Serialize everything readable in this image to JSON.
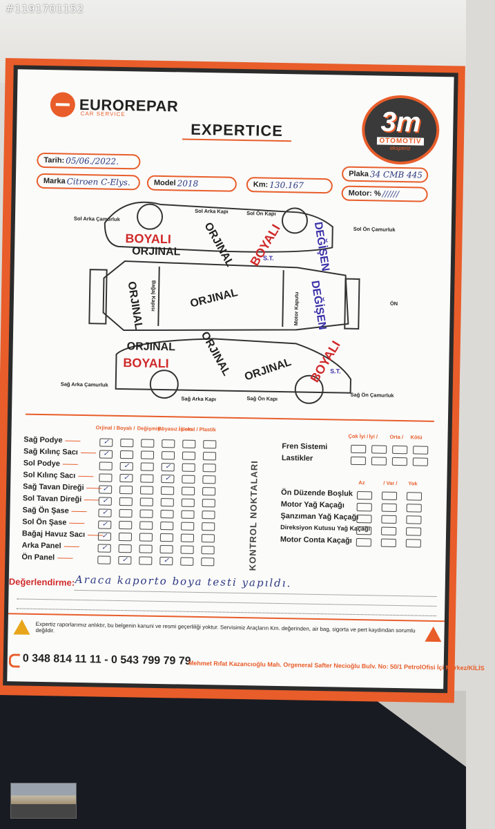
{
  "listing_id": "#1191701152",
  "form": {
    "brand": "EUROREPAR",
    "brand_sub": "CAR SERVICE",
    "title": "EXPERTICE",
    "badge": {
      "big": "3m",
      "line1": "OTOMOTİV",
      "line2": "eksperiz"
    },
    "fields": {
      "tarih_label": "Tarih:",
      "tarih_value": "05/06./2022.",
      "marka_label": "Marka",
      "marka_value": "Citroen C-Elys.",
      "model_label": "Model",
      "model_value": "2018",
      "km_label": "Km:",
      "km_value": "130.167",
      "plaka_label": "Plaka",
      "plaka_value": "34 CMB 445",
      "motor_label": "Motor: %",
      "motor_value": "//////"
    },
    "diagram": {
      "labels": {
        "sol_arka_camurluk": "Sol Arka Çamurluk",
        "sol_arka_kapi": "Sol Arka Kapı",
        "sol_on_kapi": "Sol Ön Kapı",
        "sol_on_camurluk": "Sol Ön Çamurluk",
        "bagaj_kapisi": "Bağaj Kapısı",
        "motor_kaputu": "Motor Kaputu",
        "on": "ÖN",
        "sag_arka_camurluk": "Sağ Arka Çamurluk",
        "sag_arka_kapi": "Sağ Arka Kapı",
        "sag_on_kapi": "Sağ Ön Kapı",
        "sag_on_camurluk": "Sağ Ön Çamurluk"
      },
      "stamps": {
        "boyali": "BOYALI",
        "orjinal": "ORJINAL",
        "degisen": "DEĞİŞEN",
        "st": "S.T.",
        "orjinal_roof": "ORJINAL"
      }
    },
    "table": {
      "headers": [
        "Orjinal /",
        "Boyalı /",
        "Değişmiş /",
        "Boyasız İşlem",
        "/ Lokal /",
        "Plastik"
      ],
      "rows": [
        {
          "label": "Sağ Podye",
          "mark": 0
        },
        {
          "label": "Sağ Kılınç Sacı",
          "mark": 0
        },
        {
          "label": "Sol Podye",
          "mark": 1
        },
        {
          "label": "Sol Kılınç Sacı",
          "mark": 1
        },
        {
          "label": "Sağ Tavan Direği",
          "mark": 0
        },
        {
          "label": "Sol Tavan Direği",
          "mark": 0
        },
        {
          "label": "Sağ Ön Şase",
          "mark": 0
        },
        {
          "label": "Sol Ön Şase",
          "mark": 0
        },
        {
          "label": "Bağaj Havuz Sacı",
          "mark": 0
        },
        {
          "label": "Arka Panel",
          "mark": 0
        },
        {
          "label": "Ön Panel",
          "mark": 1
        }
      ],
      "extra_mark_label": "✓"
    },
    "kontrol": "KONTROL NOKTALARI",
    "right_table": {
      "headers1": [
        "Çok İyi /",
        "İyi /",
        "Orta /",
        "Kötü"
      ],
      "rows1": [
        "Fren Sistemi",
        "Lastikler"
      ],
      "headers2": [
        "Az",
        "/ Var /",
        "Yok"
      ],
      "rows2": [
        "Ön Düzende Boşluk",
        "Motor Yağ Kaçağı",
        "Şanzıman Yağ Kaçağı",
        "Direksiyon Kutusu Yağ Kaçağı",
        "Motor Conta Kaçağı"
      ]
    },
    "evaluation_label": "Değerlendirme:",
    "evaluation_text": "Araca kaporto boya testi yapıldı.",
    "disclaimer": "Expertiz raporlarımız anlıktır, bu belgenin kanuni ve resmi geçerliliği yoktur. Servisimiz Araçların Km. değerinden, air bag, sigorta ve pert kaydından sorumlu değildir.",
    "phone": "0 348 814 11 11 - 0 543 799 79 79",
    "address": "Mehmet Rıfat Kazancıoğlu Mah. Orgeneral Safter Necioğlu Bulv. No: 50/1 PetrolOfisi İçi Merkez/KİLİS"
  },
  "colors": {
    "accent": "#e85d2a",
    "ink": "#2c3880",
    "stamp_red": "#d02a2a",
    "stamp_blue": "#3a30a8"
  }
}
